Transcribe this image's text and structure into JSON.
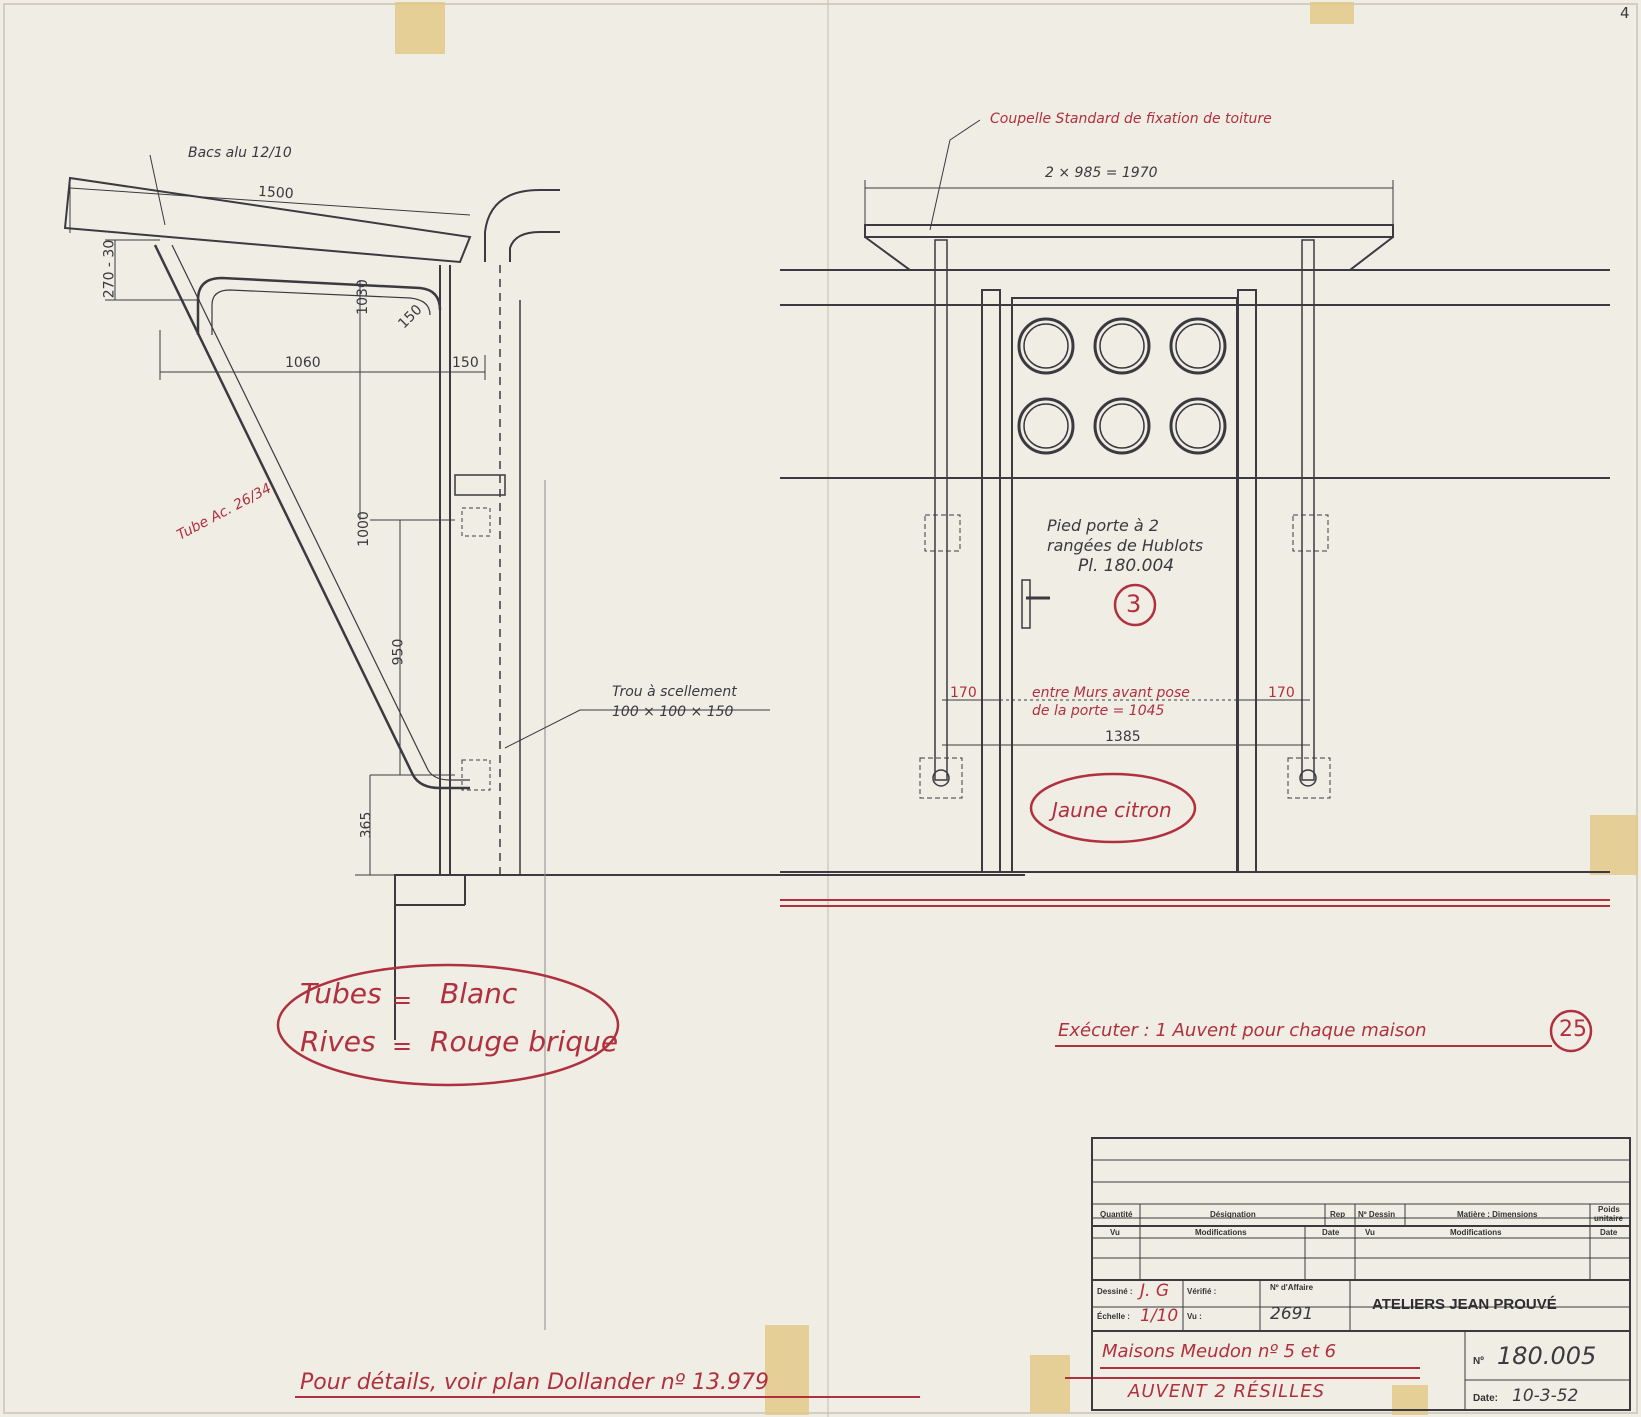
{
  "sheet": {
    "number": "4"
  },
  "section_view": {
    "notes": {
      "roof": "Bacs alu 12/10",
      "tube": "Tube Ac. 26/34",
      "sealing_hole_l1": "Trou à scellement",
      "sealing_hole_l2": "100 × 100 × 150"
    },
    "dims": {
      "d1500": "1500",
      "d270": "270 - 30",
      "d1060": "1060",
      "d150h": "150",
      "d1030": "1030",
      "d150d": "150",
      "d1000": "1000",
      "d950": "950",
      "d365": "365"
    },
    "color_legend": {
      "tubes_label": "Tubes",
      "tubes_color": "Blanc",
      "rives_label": "Rives",
      "rives_color": "Rouge brique"
    }
  },
  "elevation_view": {
    "note_top": "Coupelle Standard de fixation de toiture",
    "dim_top": "2 × 985 = 1970",
    "door_l1": "Pied porte à 2",
    "door_l2": "rangées de Hublots",
    "door_l3": "Pl. 180.004",
    "door_mark": "3",
    "dim_170_left": "170",
    "dim_170_right": "170",
    "between_l1": "entre Murs avant pose",
    "between_l2": "de la porte = 1045",
    "dim_1385": "1385",
    "color_note": "Jaune citron"
  },
  "notes": {
    "execute": "Exécuter : 1 Auvent pour chaque maison",
    "execute_count": "25",
    "details": "Pour détails, voir plan Dollander nº 13.979"
  },
  "title_block": {
    "quantite": "Quantité",
    "designation": "Désignation",
    "rep": "Rep",
    "no_dessin": "Nº Dessin",
    "matiere": "Matière : Dimensions",
    "poids": "Poids",
    "unitaire": "unitaire",
    "vu": "Vu",
    "modifications": "Modifications",
    "date": "Date",
    "dessine_label": "Dessiné :",
    "dessine": "J. G",
    "verifie_label": "Vérifié :",
    "affaire_label": "Nº d'Affaire",
    "affaire": "2691",
    "echelle_label": "Échelle :",
    "echelle": "1/10",
    "vu_label": "Vu :",
    "company": "ATELIERS JEAN PROUVÉ",
    "project": "Maisons Meudon nº 5 et 6",
    "subject": "AUVENT 2 RÉSILLES",
    "no_label": "Nº",
    "number": "180.005",
    "date_label": "Date:",
    "date_value": "10-3-52"
  },
  "colors": {
    "paper": "#efede4",
    "pencil": "#3a3a40",
    "red_pencil": "#b0303e",
    "tape": "#e3c98a"
  }
}
